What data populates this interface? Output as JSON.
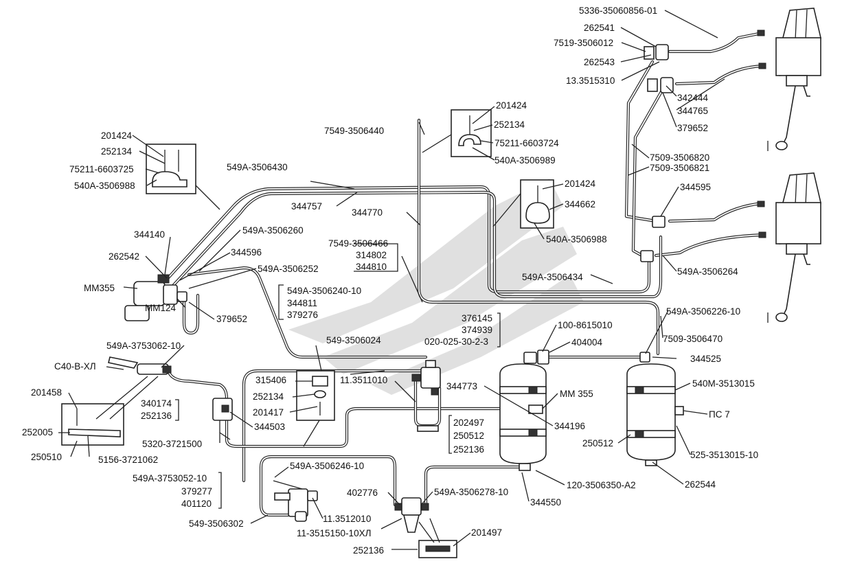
{
  "labels": {
    "l01": "5336-35060856-01",
    "l02": "262541",
    "l03": "7519-3506012",
    "l04": "262543",
    "l05": "13.3515310",
    "l06": "342444",
    "l07": "344765",
    "l08": "379652",
    "l09": "7509-3506820",
    "l10": "7509-3506821",
    "l11": "344595",
    "l12": "549A-3506264",
    "l13": "549A-3506434",
    "l14": "549A-3506226-10",
    "l15": "7509-3506470",
    "l16": "344525",
    "l17": "100-8615010",
    "l18": "404004",
    "l19": "376145",
    "l20": "374939",
    "l21": "020-025-30-2-3",
    "l22": "540M-3513015",
    "l23": "ПС 7",
    "l24": "525-3513015-10",
    "l25": "262544",
    "l26": "250512",
    "l27": "MM 355",
    "l28": "344196",
    "l29": "344773",
    "l30": "120-3506350-A2",
    "l31": "344550",
    "l32": "201424",
    "l33": "344662",
    "l34": "540A-3506988",
    "l35": "7549-3506466",
    "l36": "314802",
    "l37": "344810",
    "l38": "344770",
    "l39": "7549-3506440",
    "l40": "201424",
    "l41": "252134",
    "l42": "75211-6603724",
    "l43": "540A-3506989",
    "l44": "549A-3506430",
    "l45": "344757",
    "l46": "201424",
    "l47": "252134",
    "l48": "75211-6603725",
    "l49": "540A-3506988",
    "l50": "549A-3506260",
    "l51": "344140",
    "l52": "262542",
    "l53": "344596",
    "l54": "549A-3506252",
    "l55": "MM355",
    "l56": "MM124",
    "l57": "379652",
    "l58": "549A-3506240-10",
    "l59": "344811",
    "l60": "379276",
    "l61": "549-3506024",
    "l62": "315406",
    "l63": "252134",
    "l64": "201417",
    "l65": "11.3511010",
    "l66": "202497",
    "l67": "250512",
    "l68": "252136",
    "l69": "549A-3753062-10",
    "l70": "С40-В-ХЛ",
    "l71": "201458",
    "l72": "252005",
    "l73": "250510",
    "l74": "5156-3721062",
    "l75": "340174",
    "l76": "252136",
    "l77": "344503",
    "l78": "5320-3721500",
    "l79": "549A-3753052-10",
    "l80": "379277",
    "l81": "401120",
    "l82": "549-3506302",
    "l83": "549A-3506246-10",
    "l84": "11.3512010",
    "l85": "11-3515150-10ХЛ",
    "l86": "402776",
    "l87": "549A-3506278-10",
    "l88": "201497",
    "l89": "252136"
  }
}
